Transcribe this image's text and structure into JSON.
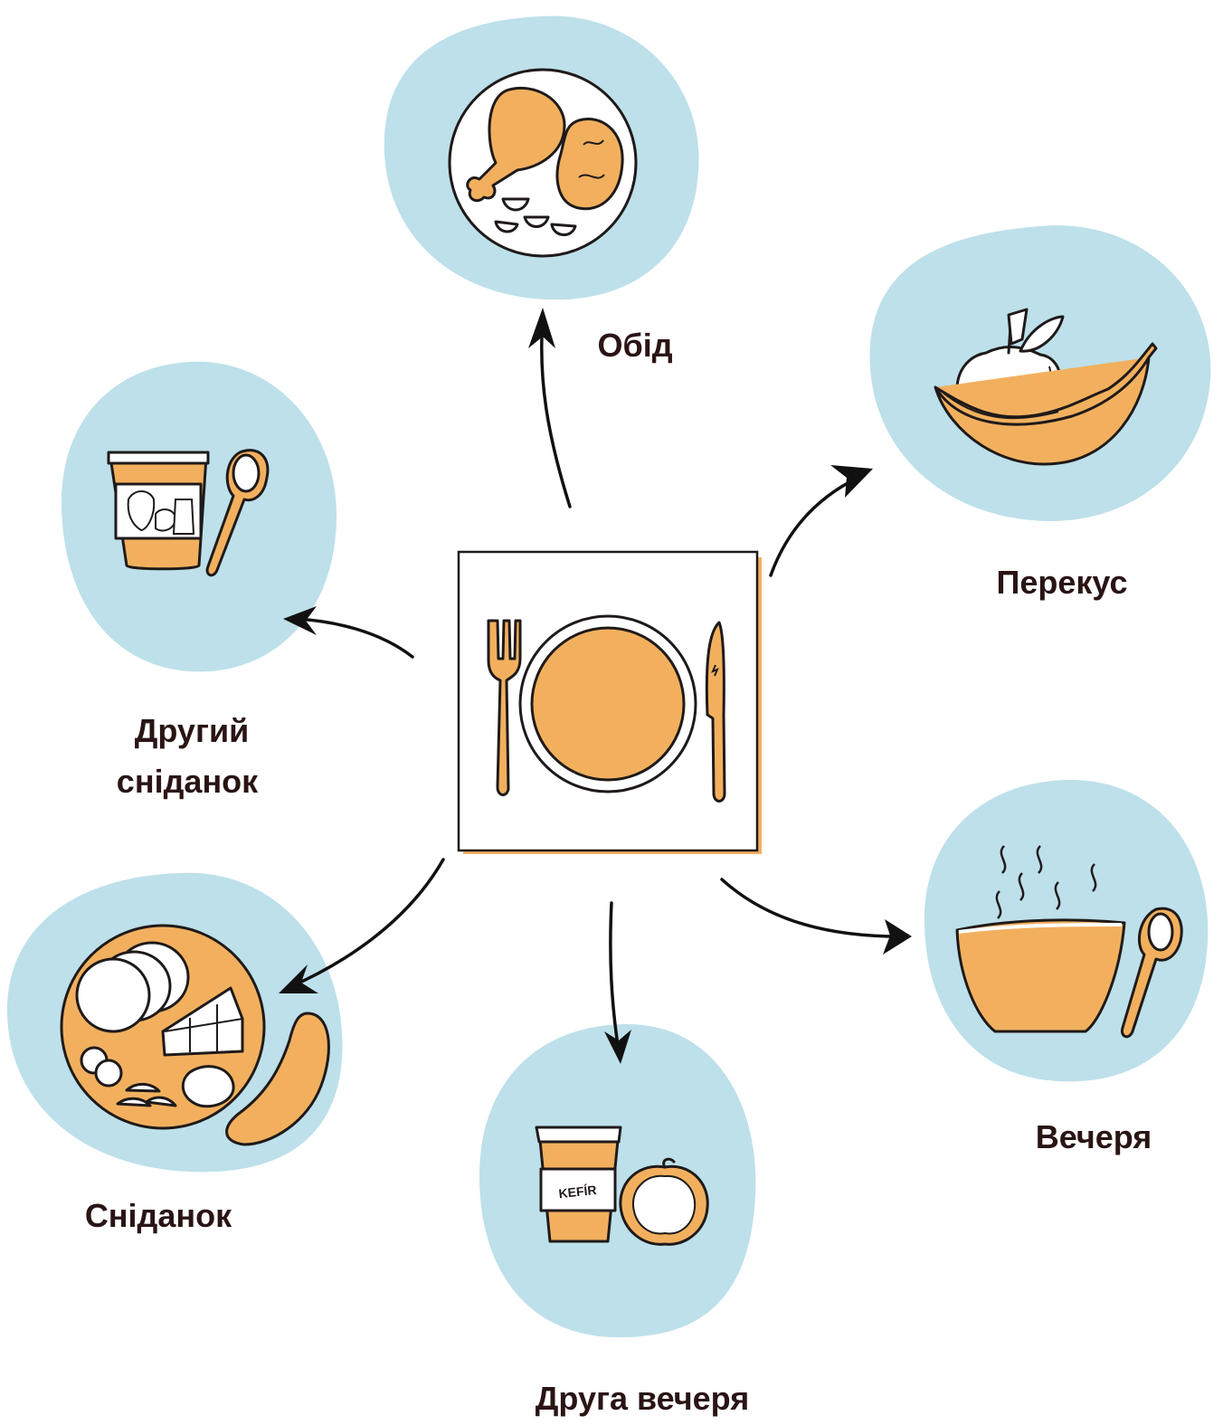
{
  "meals": {
    "obid": "Обід",
    "perekus": "Перекус",
    "druhyi_1": "Другий",
    "druhyi_2": "сніданок",
    "snidanok": "Сніданок",
    "vecheria": "Вечеря",
    "druha_vecheria": "Друга вечеря"
  },
  "kefir_label": "KEFÍR",
  "colors": {
    "blob": "#bde0ea",
    "food": "#f2b05e",
    "ink": "#1f1a1a",
    "text": "#2a1414"
  }
}
